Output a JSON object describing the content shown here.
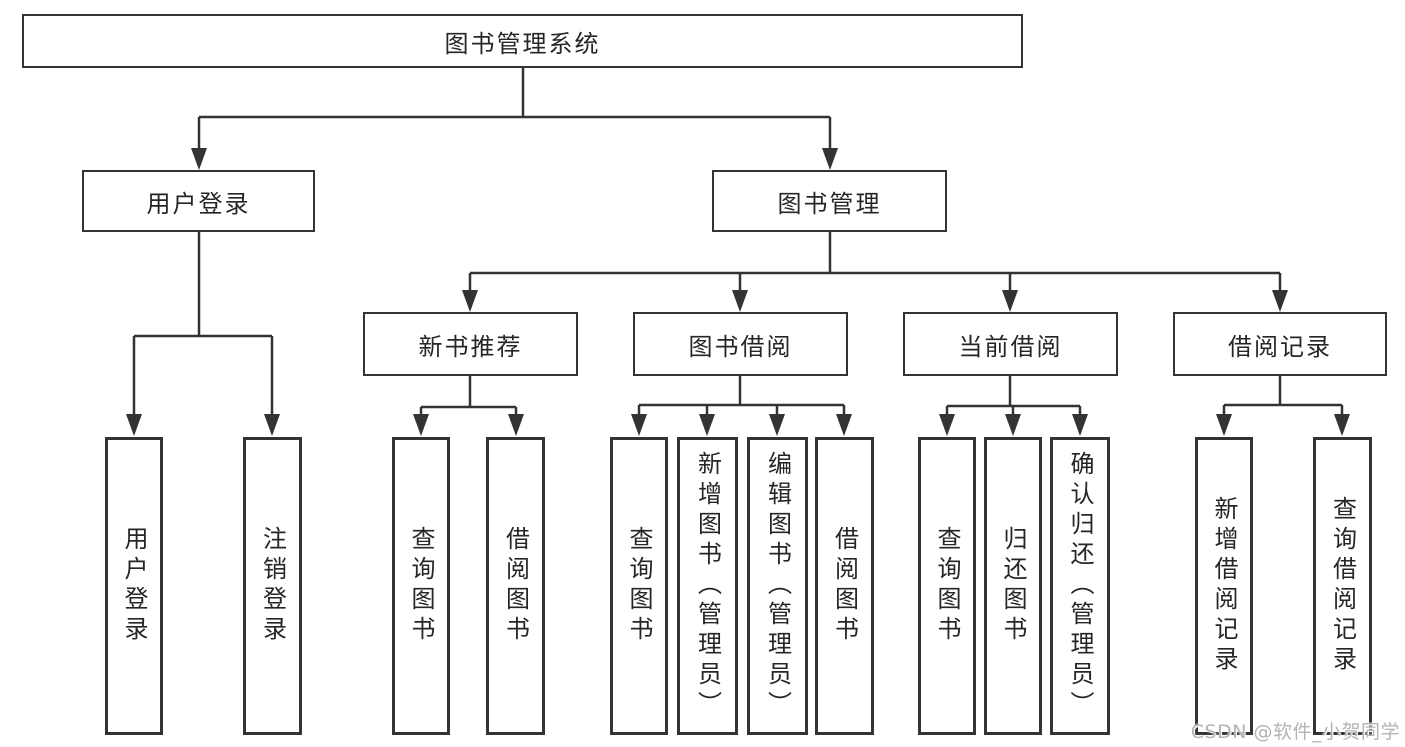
{
  "diagram": {
    "root": {
      "label": "图书管理系统"
    },
    "level2": [
      {
        "label": "用户登录"
      },
      {
        "label": "图书管理"
      }
    ],
    "level3": [
      {
        "label": "新书推荐"
      },
      {
        "label": "图书借阅"
      },
      {
        "label": "当前借阅"
      },
      {
        "label": "借阅记录"
      }
    ],
    "leaves": [
      {
        "label": "用户登录"
      },
      {
        "label": "注销登录"
      },
      {
        "label": "查询图书"
      },
      {
        "label": "借阅图书"
      },
      {
        "label": "查询图书"
      },
      {
        "label": "新增图书（管理员）"
      },
      {
        "label": "编辑图书（管理员）"
      },
      {
        "label": "借阅图书"
      },
      {
        "label": "查询图书"
      },
      {
        "label": "归还图书"
      },
      {
        "label": "确认归还（管理员）"
      },
      {
        "label": "新增借阅记录"
      },
      {
        "label": "查询借阅记录"
      }
    ]
  },
  "watermark": {
    "text": "CSDN @软件_小贺同学"
  },
  "colors": {
    "line": "#333333",
    "text": "#262626",
    "watermark": "#b4b4b4",
    "background": "#ffffff"
  }
}
